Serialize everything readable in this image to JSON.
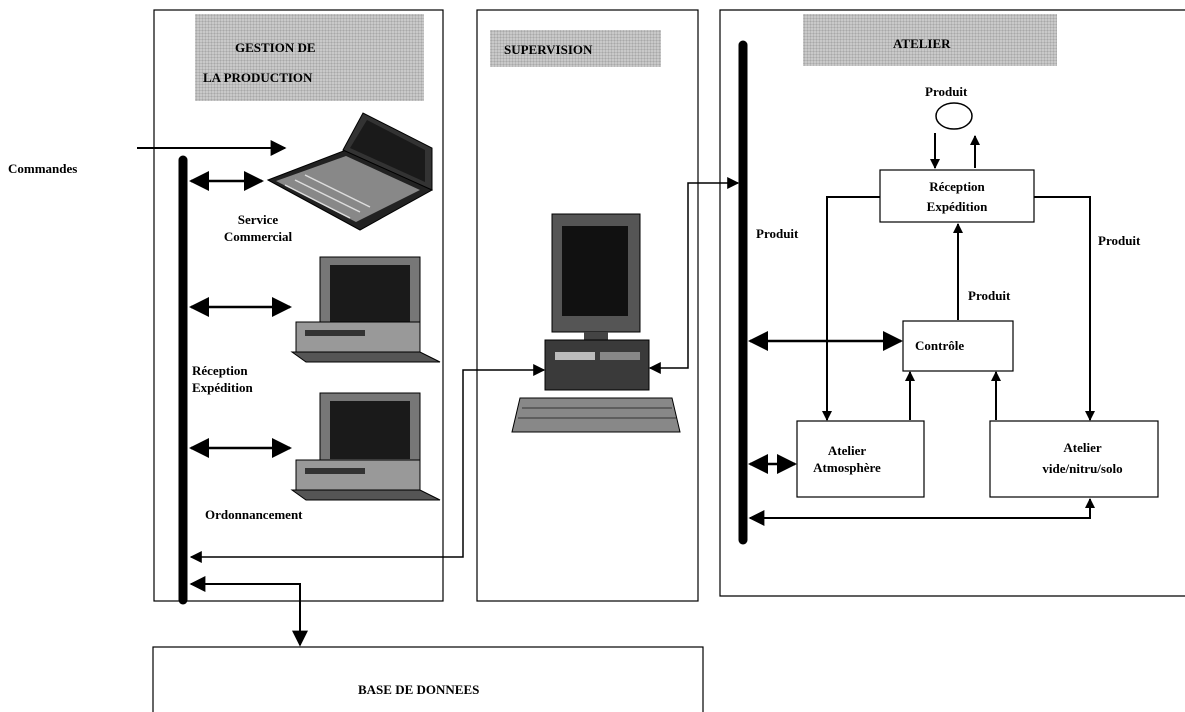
{
  "inputs": {
    "commandes": "Commandes"
  },
  "panels": {
    "gestion": {
      "title_line1": "GESTION DE",
      "title_line2": "LA PRODUCTION"
    },
    "supervision": {
      "title": "SUPERVISION"
    },
    "atelier": {
      "title": "ATELIER"
    }
  },
  "gestion_nodes": {
    "service_commercial": {
      "line1": "Service",
      "line2": "Commercial",
      "icon": "laptop-icon"
    },
    "reception_expedition": {
      "line1": "Réception",
      "line2": "Expédition",
      "icon": "desktop-computer-icon"
    },
    "ordonnancement": {
      "label": "Ordonnancement",
      "icon": "desktop-computer-icon"
    }
  },
  "supervision_node": {
    "icon": "workstation-icon"
  },
  "atelier_nodes": {
    "produit_top": "Produit",
    "reception_expedition": {
      "line1": "Réception",
      "line2": "Expédition"
    },
    "controle": "Contrôle",
    "atelier_atmosphere": {
      "line1": "Atelier",
      "line2": "Atmosphère"
    },
    "atelier_vide": {
      "line1": "Atelier",
      "line2": "vide/nitru/solo"
    },
    "produit_left": "Produit",
    "produit_right": "Produit",
    "produit_mid": "Produit"
  },
  "database": {
    "label": "BASE DE DONNEES"
  }
}
